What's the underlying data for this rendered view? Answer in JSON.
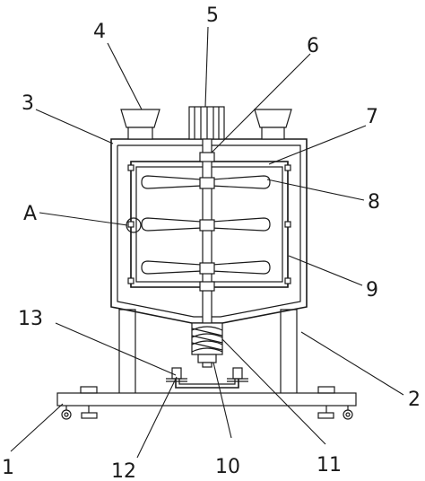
{
  "labels": {
    "l1": "1",
    "l2": "2",
    "l3": "3",
    "l4": "4",
    "l5": "5",
    "l6": "6",
    "l7": "7",
    "l8": "8",
    "l9": "9",
    "l10": "10",
    "l11": "11",
    "l12": "12",
    "l13": "13",
    "lA": "A"
  }
}
